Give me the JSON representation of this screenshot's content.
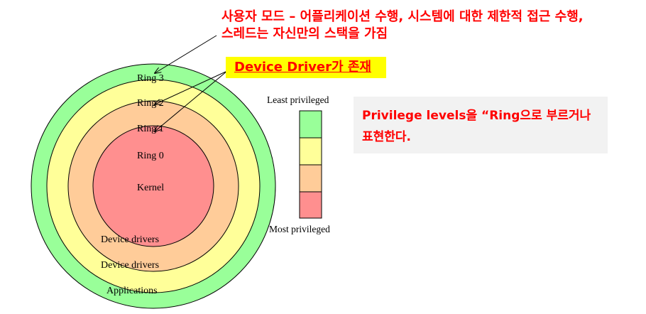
{
  "annotations": {
    "user_mode_line1": "사용자 모드 – 어플리케이션 수행, 시스템에 대한 제한적 접근 수행,",
    "user_mode_line2": "스레드는 자신만의 스택을 가짐",
    "device_driver_note": "Device Driver가 존재",
    "privilege_note_line1": "Privilege levels을 “Ring으로 부르거나",
    "privilege_note_line2": "표현한다."
  },
  "rings": [
    {
      "label": "Ring 3",
      "color": "#99ff99",
      "content": "Applications"
    },
    {
      "label": "Ring 2",
      "color": "#ffff99",
      "content": "Device drivers"
    },
    {
      "label": "Ring 1",
      "color": "#ffcc99",
      "content": "Device drivers"
    },
    {
      "label": "Ring 0",
      "color": "#ff8f8f",
      "content": "Kernel"
    }
  ],
  "legend": {
    "top_label": "Least privileged",
    "bottom_label": "Most privileged",
    "colors": [
      "#99ff99",
      "#ffff99",
      "#ffcc99",
      "#ff8f8f"
    ]
  },
  "colors": {
    "annotation_text": "#ff0000",
    "highlight": "#ffff00",
    "note_background": "#f2f2f2"
  }
}
